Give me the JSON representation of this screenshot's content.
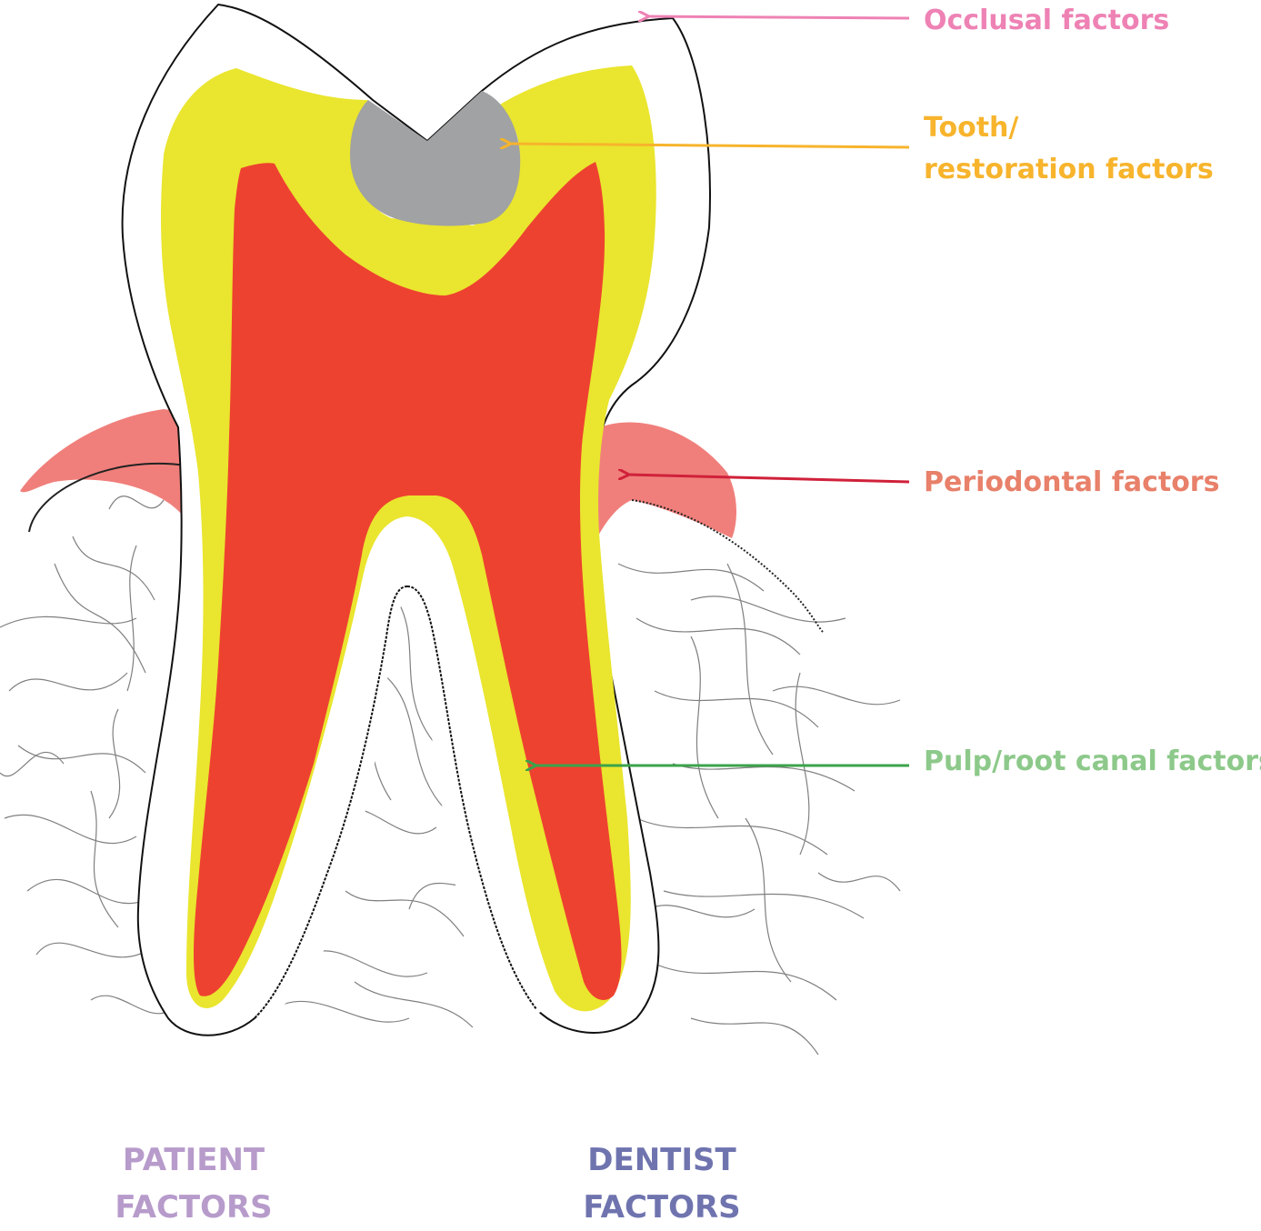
{
  "colors": {
    "occlusal": "#EE82B4",
    "tooth_restoration": "#F7B42C",
    "periodontal": "#E8806A",
    "pulp_root_canal": "#8DC98A",
    "patient": "#B79BCB",
    "dentist": "#6F74AF",
    "enamel_yellow": "#EAE52E",
    "pulp_red": "#EE4230",
    "restoration_gray": "#A0A2A3",
    "gingiva_pink": "#F07F7B",
    "arrow_pink": "#EE82B4",
    "arrow_orange": "#F7B42C",
    "arrow_red": "#D0213A",
    "arrow_green": "#3BA34A"
  },
  "labels": {
    "occlusal": "Occlusal factors",
    "tooth_line1": "Tooth/",
    "tooth_line2": "restoration factors",
    "periodontal": "Periodontal factors",
    "pulp": "Pulp/root canal factors"
  },
  "bottom": {
    "patient_line1": "PATIENT",
    "patient_line2": "FACTORS",
    "dentist_line1": "DENTIST",
    "dentist_line2": "FACTORS"
  },
  "icons": {
    "tooth": "molar-cross-section-icon",
    "bone": "alveolar-bone-fibers-icon"
  }
}
